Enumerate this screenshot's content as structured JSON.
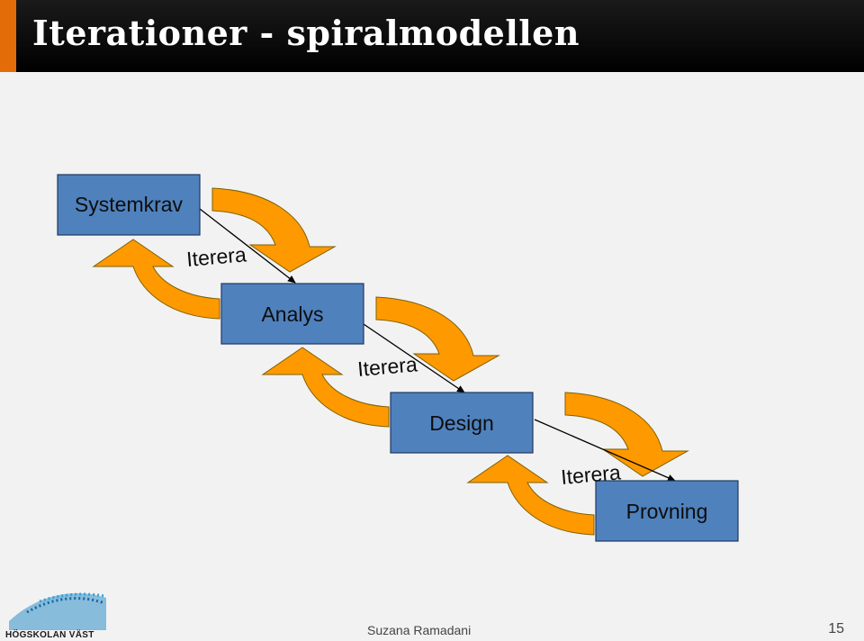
{
  "slide": {
    "title": "Iterationer - spiralmodellen",
    "author": "Suzana Ramadani",
    "page_number": "15",
    "logo_text": "HÖGSKOLAN VÄST"
  },
  "diagram": {
    "phases": [
      "Systemkrav",
      "Analys",
      "Design",
      "Provning"
    ],
    "iteration_label": "Iterera",
    "colors": {
      "box_fill": "#4f81bd",
      "box_stroke": "#1f3864",
      "arrow_fill": "#ff9900",
      "arrow_stroke": "#7f6000",
      "title_bar": "#000000",
      "accent": "#e36c09"
    }
  }
}
